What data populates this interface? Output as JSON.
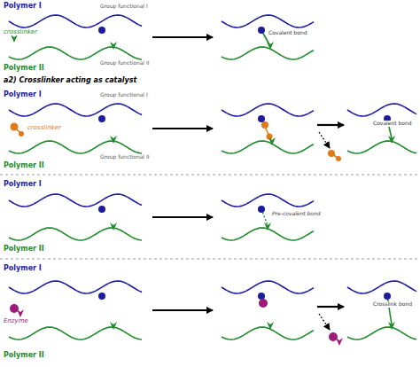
{
  "diagram": {
    "labels": [
      "Polymer I",
      "Group functional I",
      "crosslinker",
      "Group functional II",
      "Polymer II",
      "Covalent bond",
      "a2) Crosslinker acting as catalyst",
      "Polymer I",
      "Group functional I",
      "crosslinker",
      "Group functional II",
      "Polymer II",
      "Covalent bond",
      "Polymer I",
      "Polymer II",
      "Pre-covalent bond",
      "Polymer I",
      "Enzyme",
      "Polymer II",
      "Crosslink bond"
    ]
  }
}
